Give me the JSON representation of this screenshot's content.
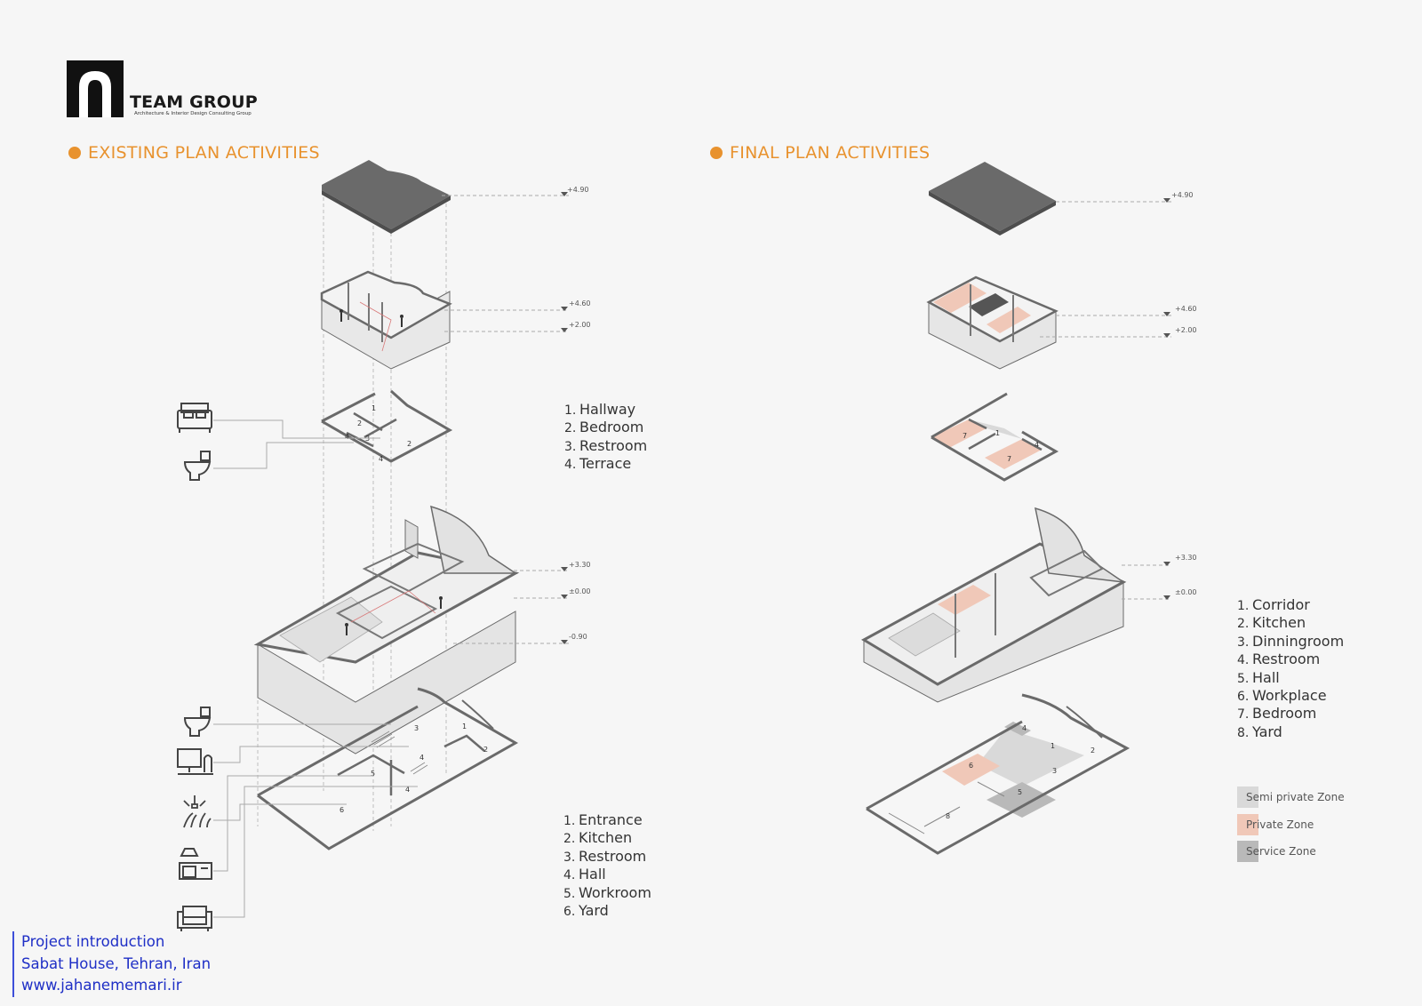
{
  "brand": {
    "name": "TEAM GROUP",
    "tagline": "Architecture & Interior Design Consulting Group"
  },
  "existing": {
    "heading": "EXISTING PLAN ACTIVITIES",
    "levels": [
      "+4.90",
      "+4.60",
      "+2.00",
      "+3.30",
      "±0.00",
      "-0.90"
    ],
    "upper_legend": [
      {
        "n": "1.",
        "label": "Hallway"
      },
      {
        "n": "2.",
        "label": "Bedroom"
      },
      {
        "n": "3.",
        "label": "Restroom"
      },
      {
        "n": "4.",
        "label": "Terrace"
      }
    ],
    "ground_legend": [
      {
        "n": "1.",
        "label": "Entrance"
      },
      {
        "n": "2.",
        "label": "Kitchen"
      },
      {
        "n": "3.",
        "label": "Restroom"
      },
      {
        "n": "4.",
        "label": "Hall"
      },
      {
        "n": "5.",
        "label": "Workroom"
      },
      {
        "n": "6.",
        "label": "Yard"
      }
    ],
    "upper_plan_labels": [
      "1",
      "2",
      "4",
      "3",
      "2",
      "4"
    ],
    "ground_plan_labels": [
      "1",
      "3",
      "2",
      "4",
      "5",
      "4",
      "6"
    ]
  },
  "final": {
    "heading": "FINAL PLAN ACTIVITIES",
    "levels": [
      "+4.90",
      "+4.60",
      "+2.00",
      "+3.30",
      "±0.00"
    ],
    "legend": [
      {
        "n": "1.",
        "label": "Corridor"
      },
      {
        "n": "2.",
        "label": "Kitchen"
      },
      {
        "n": "3.",
        "label": "Dinningroom"
      },
      {
        "n": "4.",
        "label": "Restroom"
      },
      {
        "n": "5.",
        "label": "Hall"
      },
      {
        "n": "6.",
        "label": "Workplace"
      },
      {
        "n": "7.",
        "label": "Bedroom"
      },
      {
        "n": "8.",
        "label": "Yard"
      }
    ],
    "upper_plan_labels": [
      "7",
      "1",
      "7",
      "4"
    ],
    "ground_plan_labels": [
      "4",
      "1",
      "2",
      "3",
      "6",
      "5",
      "8"
    ],
    "zones": [
      {
        "label": "Semi private Zone",
        "color": "#d9d9d9"
      },
      {
        "label": "Private Zone",
        "color": "#f0c8b8"
      },
      {
        "label": "Service Zone",
        "color": "#b9b9b9"
      }
    ]
  },
  "colors": {
    "accent": "#e8922e",
    "slab": "#6a6a6a",
    "private": "#f0c8b8",
    "link": "#1f2fc6"
  },
  "icons": [
    "bed-icon",
    "toilet-icon",
    "toilet-icon",
    "workstation-icon",
    "garden-icon",
    "kitchen-icon",
    "armchair-icon"
  ],
  "footer": {
    "line1": "Project introduction",
    "line2": "Sabat House, Tehran, Iran",
    "line3": "www.jahanememari.ir"
  }
}
